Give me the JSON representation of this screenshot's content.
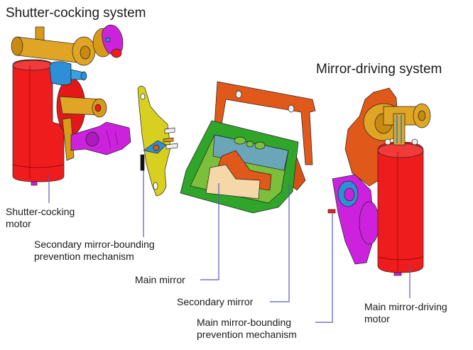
{
  "titles": {
    "shutter_system": "Shutter-cocking system",
    "mirror_system": "Mirror-driving system"
  },
  "labels": {
    "shutter_motor": [
      "Shutter-cocking",
      "motor"
    ],
    "secondary_bounding": [
      "Secondary mirror-bounding",
      "prevention mechanism"
    ],
    "main_mirror": "Main mirror",
    "secondary_mirror": "Secondary mirror",
    "main_bounding": [
      "Main mirror-bounding",
      "prevention mechanism"
    ],
    "mirror_motor": [
      "Main mirror-driving",
      "motor"
    ]
  },
  "colors": {
    "motor_red": "#ee1c1c",
    "gear_gold": "#d99a1a",
    "cam_blue": "#2d8fd6",
    "lever_magenta": "#cc22dd",
    "plate_yellow": "#d8d020",
    "frame_orange": "#e0581a",
    "mirror_box_green": "#2fa52a",
    "mirror_glass": "#6aa6b8",
    "main_mirror_face": "#f5d8a8",
    "leader_line": "#5a5ab8"
  }
}
